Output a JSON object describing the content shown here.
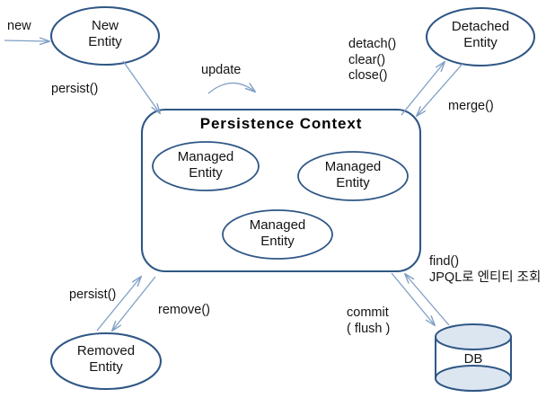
{
  "diagram": {
    "title": "JPA Entity Lifecycle / Persistence Context",
    "colors": {
      "shape_stroke": "#2f5786",
      "arrow_stroke": "#7f9fc4",
      "db_fill": "#dce6f1",
      "text": "#141414",
      "title_text": "#000000",
      "background": "#ffffff"
    },
    "nodes": [
      {
        "id": "new-entity",
        "label": "New\nEntity",
        "shape": "ellipse"
      },
      {
        "id": "detached-entity",
        "label": "Detached\nEntity",
        "shape": "ellipse"
      },
      {
        "id": "persistence-context",
        "label": "Persistence  Context",
        "shape": "rounded-rect"
      },
      {
        "id": "managed-entity-1",
        "label": "Managed\nEntity",
        "shape": "ellipse"
      },
      {
        "id": "managed-entity-2",
        "label": "Managed\nEntity",
        "shape": "ellipse"
      },
      {
        "id": "managed-entity-3",
        "label": "Managed\nEntity",
        "shape": "ellipse"
      },
      {
        "id": "removed-entity",
        "label": "Removed\nEntity",
        "shape": "ellipse"
      },
      {
        "id": "db",
        "label": "DB",
        "shape": "cylinder"
      }
    ],
    "edge_labels": [
      {
        "id": "new",
        "text": "new"
      },
      {
        "id": "persist-top",
        "text": "persist()"
      },
      {
        "id": "update",
        "text": "update"
      },
      {
        "id": "detach-clear-close",
        "text": "detach()\nclear()\nclose()"
      },
      {
        "id": "merge",
        "text": "merge()"
      },
      {
        "id": "find-jpql",
        "text": "find()\nJPQL로 엔티티 조회"
      },
      {
        "id": "commit-flush",
        "text": "commit\n( flush )"
      },
      {
        "id": "persist-bottom",
        "text": "persist()"
      },
      {
        "id": "remove",
        "text": "remove()"
      }
    ]
  }
}
